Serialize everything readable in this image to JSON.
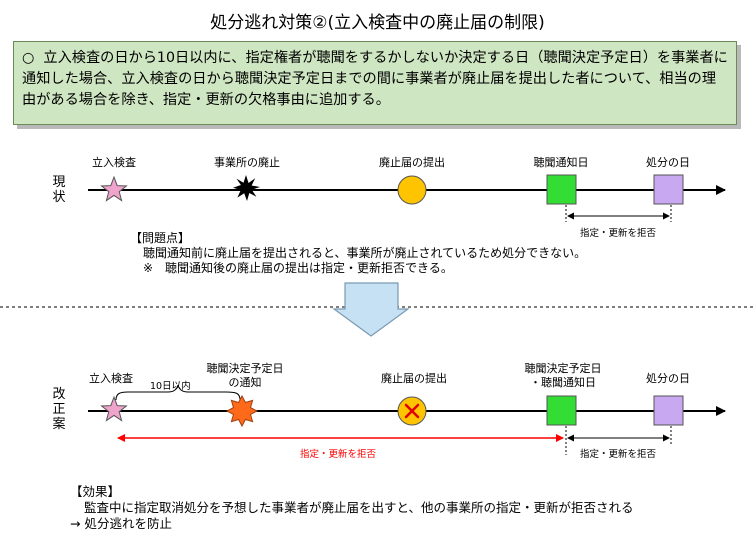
{
  "title": "処分逃れ対策②(立入検査中の廃止届の制限)",
  "summary": {
    "bullet": "○",
    "text": "立入検査の日から10日以内に、指定権者が聴聞をするかしないか決定する日（聴聞決定予定日）を事業者に通知した場合、立入検査の日から聴聞決定予定日までの間に事業者が廃止届を提出した者について、相当の理由がある場合を除き、指定・更新の欠格事由に追加する。"
  },
  "current": {
    "side_label_1": "現",
    "side_label_2": "状",
    "events": [
      "立入検査",
      "事業所の廃止",
      "廃止届の提出",
      "聴聞通知日",
      "処分の日"
    ],
    "range_label": "指定・更新を拒否",
    "problem_heading": "【問題点】",
    "problem_line1": "聴聞通知前に廃止届を提出されると、事業所が廃止されているため処分できない。",
    "problem_line2": "※　聴聞通知後の廃止届の提出は指定・更新拒否できる。"
  },
  "revised": {
    "side_label_1": "改",
    "side_label_2": "正",
    "side_label_3": "案",
    "event_inspection": "立入検査",
    "event_notice_1": "聴聞決定予定日",
    "event_notice_2": "の通知",
    "event_abolition": "廃止届の提出",
    "event_hearing_1": "聴聞決定予定日",
    "event_hearing_2": "・聴聞通知日",
    "event_disposition": "処分の日",
    "brace_label": "10日以内",
    "red_range_label": "指定・更新を拒否",
    "range_label": "指定・更新を拒否",
    "effect_heading": "【効果】",
    "effect_line1": "監査中に指定取消処分を予想した事業者が廃止届を出すと、他の事業所の指定・更新が拒否される",
    "effect_line2": "→  処分逃れを防止"
  },
  "colors": {
    "summary_bg": "#cfe6c2",
    "star": "#f0a4cc",
    "burst": "#000000",
    "circle": "#ffc400",
    "green_square": "#33dd33",
    "purple_square": "#c8a8f0",
    "orange_star": "#ff6a1a",
    "red_arrow": "#ff0000",
    "arrow_fill": "#c6e0f4"
  }
}
